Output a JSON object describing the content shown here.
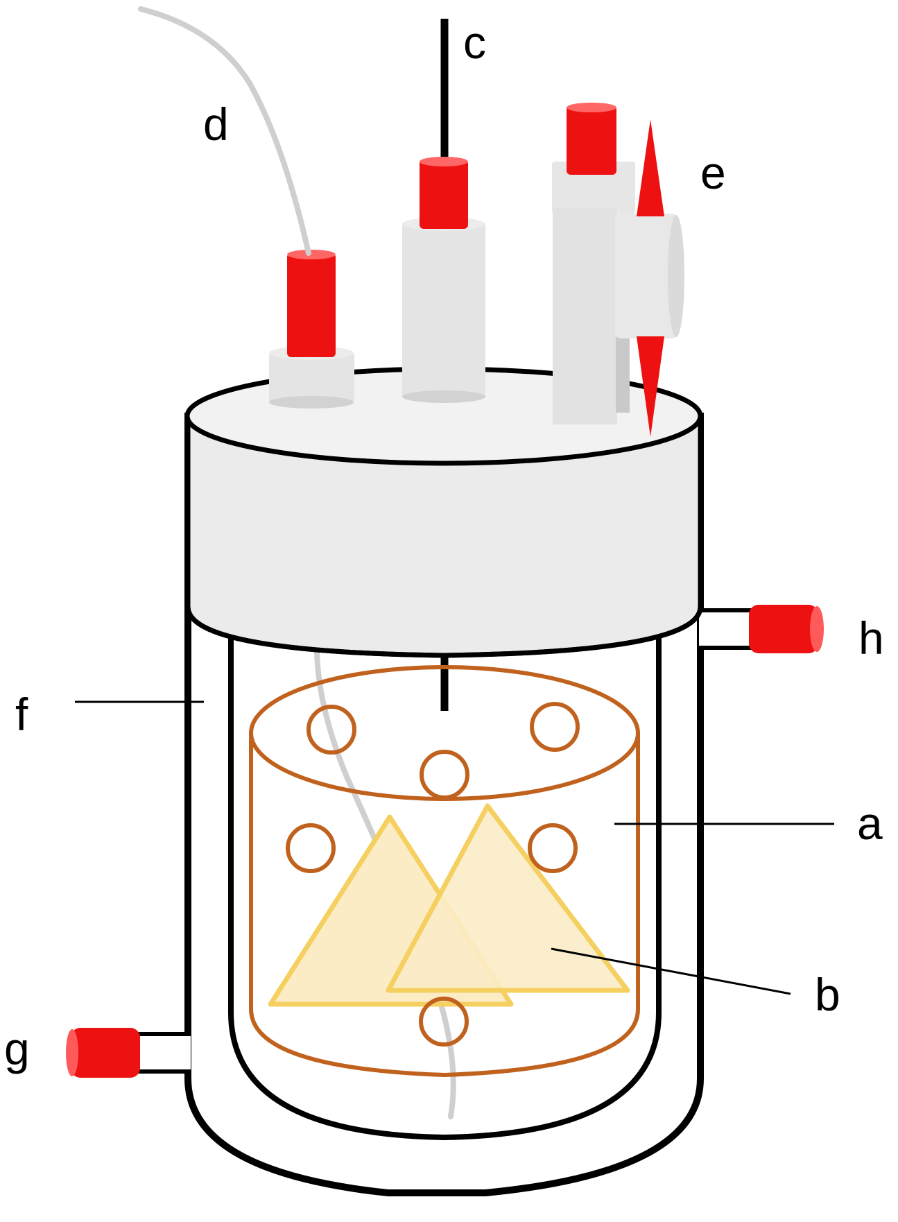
{
  "labels": {
    "a": "a",
    "b": "b",
    "c": "c",
    "d": "d",
    "e": "e",
    "f": "f",
    "g": "g",
    "h": "h"
  },
  "colors": {
    "outline": "#000000",
    "cap_red": "#ee1111",
    "lid_fill": "#ebebeb",
    "port_fill": "#e4e4e4",
    "cage_stroke": "#c0621e",
    "membrane_stroke": "#f5d060",
    "membrane_fill": "#fbecc6",
    "tube_gray": "#cfcfcf",
    "arrow_red": "#ee1111"
  }
}
